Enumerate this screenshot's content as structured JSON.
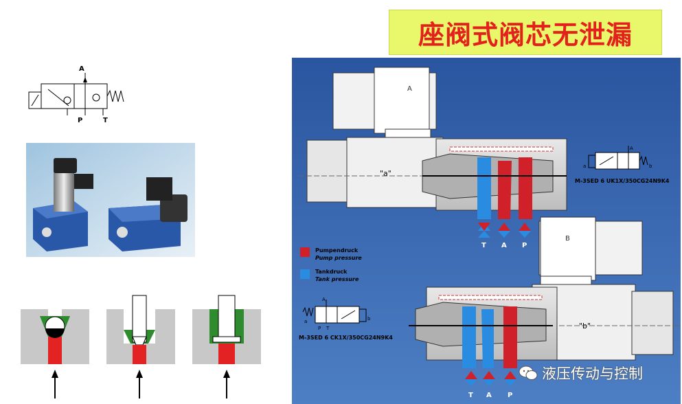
{
  "title": "座阀式阀芯无泄漏",
  "symbol": {
    "port_a": "A",
    "port_p": "P",
    "port_t": "T"
  },
  "main": {
    "legend": [
      {
        "de": "Pumpendruck",
        "en": "Pump pressure",
        "color": "#d0202a"
      },
      {
        "de": "Tankdruck",
        "en": "Tank pressure",
        "color": "#2a8ce0"
      }
    ],
    "upper_model": "M-3SED 6 UK1X/350CG24N9K4",
    "lower_model": "M-3SED 6 CK1X/350CG24N9K4",
    "solenoid_a": "A",
    "solenoid_b": "B",
    "label_a": "\"a\"",
    "label_b": "\"b\"",
    "upper_ports": [
      "T",
      "A",
      "P"
    ],
    "lower_ports": [
      "T",
      "A",
      "P"
    ],
    "sym_a": "a",
    "sym_b": "b",
    "sym_A": "A",
    "sym_P": "P",
    "sym_T": "T"
  },
  "watermark": "液压传动与控制",
  "colors": {
    "title_bg": "#e8f86a",
    "title_text": "#e4201d",
    "panel_bg": "#2f5ea8",
    "pump": "#d0202a",
    "tank": "#2a8ce0",
    "seat_green": "#2e8b2e"
  }
}
